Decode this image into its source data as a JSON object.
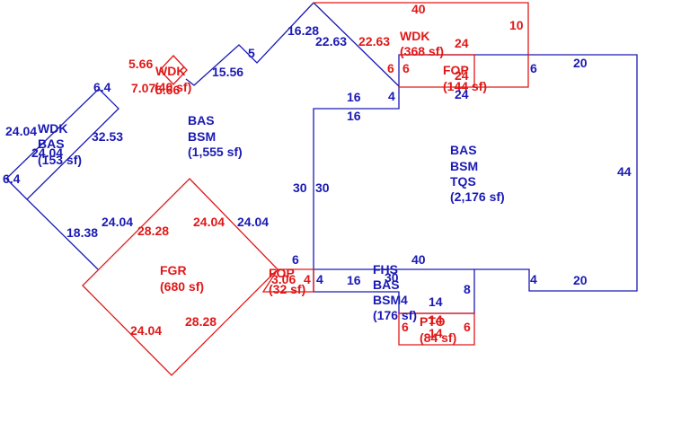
{
  "colors": {
    "blue": "#1a1ab4",
    "red": "#e01818"
  },
  "areas": {
    "wdk_top": {
      "name": "WDK",
      "area": "(368 sf)"
    },
    "fop_top": {
      "name": "FOP",
      "area": "(144 sf)"
    },
    "wdk_small": {
      "name": "WDK",
      "area": "(40 sf)"
    },
    "bas_main": {
      "l1": "BAS",
      "l2": "BSM",
      "area": "(1,555 sf)"
    },
    "wdk_left": {
      "l1": "WDK",
      "l2": "BAS",
      "area": "(153 sf)"
    },
    "bas_tqs": {
      "l1": "BAS",
      "l2": "BSM",
      "l3": "TQS",
      "area": "(2,176 sf)"
    },
    "fgr": {
      "name": "FGR",
      "area": "(680 sf)"
    },
    "fop_small": {
      "name": "FOP",
      "area": "(32 sf)"
    },
    "fhs": {
      "l1": "FHS",
      "l2": "BAS",
      "l3": "BSM",
      "area": "(176 sf)"
    },
    "pto": {
      "name": "PTO",
      "area": "(84 sf)"
    }
  },
  "dims": {
    "d40_top": "40",
    "d10": "10",
    "d22_63_red": "22.63",
    "d24_a": "24",
    "d6_a": "6",
    "d6_b": "6",
    "d24_b": "24",
    "d24_c": "24",
    "d16_28": "16.28",
    "d22_63_blue": "22.63",
    "d6_c": "6",
    "d20_a": "20",
    "d44": "44",
    "d4_a": "4",
    "d16_a": "16",
    "d16_b": "16",
    "d5": "5",
    "d15_56": "15.56",
    "d5_66_a": "5.66",
    "d7_07": "7.07",
    "d5_66_b": "5.66",
    "d6_4_a": "6.4",
    "d24_04_a": "24.04",
    "d24_04_b": "24.04",
    "d32_53": "32.53",
    "d6_4_b": "6.4",
    "d18_38": "18.38",
    "d24_04_c": "24.04",
    "d28_28_a": "28.28",
    "d24_04_d": "24.04",
    "d24_04_e": "24.04",
    "d24_04_f": "24.04",
    "d28_28_b": "28.28",
    "d30_a": "30",
    "d30_b": "30",
    "d6_d": "6",
    "d4_b": "4",
    "d16_c": "16",
    "d40_mid": "40",
    "d4_c": "4",
    "d20_b": "20",
    "d3_06": "3.06",
    "d4_d": "4",
    "d30_c": "30",
    "d4_e": "4",
    "d14_a": "14",
    "d8": "8",
    "d6_e": "6",
    "d14_b": "14",
    "d14_c": "14",
    "d6_f": "6"
  }
}
